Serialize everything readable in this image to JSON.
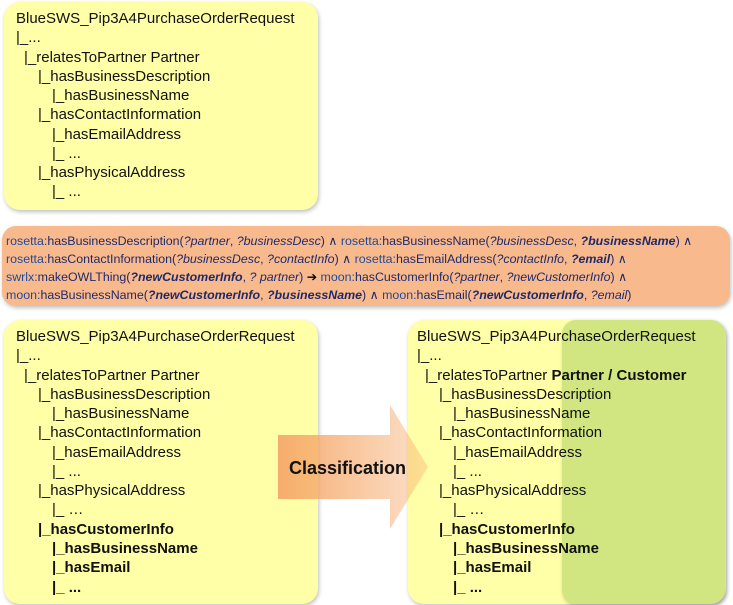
{
  "top_tree": {
    "root": "BlueSWS_Pip3A4PurchaseOrderRequest",
    "lines": [
      "|_...",
      "|_relatesToPartner Partner",
      "|_hasBusinessDescription",
      "|_hasBusinessName",
      "|_hasContactInformation",
      "|_hasEmailAddress",
      "|_ ...",
      "|_hasPhysicalAddress",
      "|_ ..."
    ]
  },
  "rule": {
    "line1": {
      "p1": "rosetta:",
      "t1": "hasBusinessDescription(",
      "v1": "?partner",
      "t2": ", ",
      "v2": "?businessDesc",
      "t3": ") ∧ ",
      "p2": "rosetta:",
      "t4": "hasBusinessName(",
      "v3": "?businessDesc",
      "t5": ", ",
      "v4": "?businessName",
      "t6": ")  ∧"
    },
    "line2": {
      "p1": "rosetta:",
      "t1": "hasContactInformation(",
      "v1": "?businessDesc",
      "t2": ", ",
      "v2": "?contactInfo",
      "t3": ") ∧ ",
      "p2": "rosetta:",
      "t4": "hasEmailAddress(",
      "v3": "?contactInfo",
      "t5": ", ",
      "v4": "?email",
      "t6": ")  ∧"
    },
    "line3": {
      "p1": "swrlx:",
      "t1": "makeOWLThing(",
      "v1": "?newCustomerInfo",
      "t2": ", ",
      "v2": "? partner",
      "t3": ") ",
      "arrow": "➔",
      "p2": " moon:",
      "t4": "hasCustomerInfo(",
      "v3": "?partner",
      "t5": ", ",
      "v4": "?newCustomerInfo",
      "t6": ") ∧"
    },
    "line4": {
      "p1": "moon:",
      "t1": "hasBusinessName(",
      "v1": "?newCustomerInfo",
      "t2": ", ",
      "v2": "?businessName",
      "t3": ") ∧ ",
      "p2": "moon:",
      "t4": "hasEmail(",
      "v3": "?newCustomerInfo",
      "t5": ", ",
      "v4": "?email",
      "t6": ")"
    }
  },
  "bottom_left_tree": {
    "root": "BlueSWS_Pip3A4PurchaseOrderRequest",
    "lines": [
      "|_...",
      "|_relatesToPartner Partner",
      "|_hasBusinessDescription",
      "|_hasBusinessName",
      "|_hasContactInformation",
      "|_hasEmailAddress",
      "|_ ...",
      "|_hasPhysicalAddress",
      "|_ …",
      "|_hasCustomerInfo",
      "|_hasBusinessName",
      "|_hasEmail",
      "|_ ..."
    ]
  },
  "arrow_label": "Classification",
  "bottom_right_tree": {
    "root": "BlueSWS_Pip3A4PurchaseOrderRequest",
    "line1": "|_...",
    "partner_prefix": "|_relatesToPartner ",
    "partner_bold": "Partner / Customer",
    "lines": [
      "|_hasBusinessDescription",
      "|_hasBusinessName",
      "|_hasContactInformation",
      "|_hasEmailAddress",
      "|_ ...",
      "|_hasPhysicalAddress",
      "|_ …",
      "|_hasCustomerInfo",
      "|_hasBusinessName",
      "|_hasEmail",
      "|_ ..."
    ]
  },
  "colors": {
    "panel_yellow": "#ffffa8",
    "rule_orange": "#f8b98c",
    "customer_green": "#c9e27a",
    "arrow_orange": "#f6a86a"
  }
}
